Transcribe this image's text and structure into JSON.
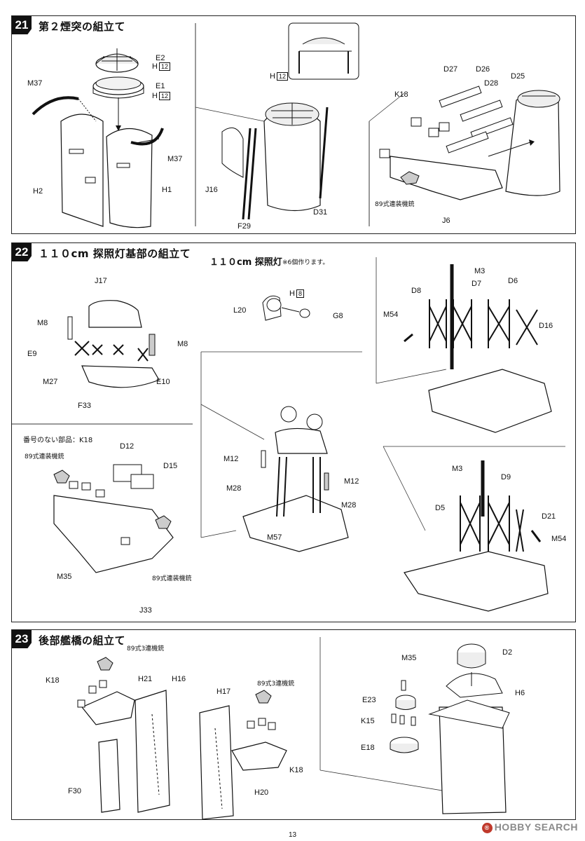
{
  "steps": [
    {
      "number": "21",
      "title": "第２煙突の組立て",
      "labels": {
        "e2": "E2",
        "h12_a": "H",
        "e1": "E1",
        "h12_b": "H",
        "m37_a": "M37",
        "m37_b": "M37",
        "h2": "H2",
        "h1": "H1",
        "h12_c": "H",
        "j16": "J16",
        "f29": "F29",
        "d31": "D31",
        "d27": "D27",
        "d26": "D26",
        "d28": "D28",
        "d25": "D25",
        "k18": "K18",
        "gun89": "89式連装機銃",
        "j6": "J6"
      },
      "box_number": "12"
    },
    {
      "number": "22",
      "title": "１１０cm 探照灯基部の組立て",
      "searchlight_title": "１１０cm 探照灯",
      "searchlight_note": "※6個作ります。",
      "unnumbered_note": "番号のない部品：K18",
      "labels": {
        "j17": "J17",
        "m8_a": "M8",
        "m8_b": "M8",
        "e9": "E9",
        "e10": "E10",
        "m27": "M27",
        "f33": "F33",
        "h8": "H",
        "l20": "L20",
        "g8": "G8",
        "m3_a": "M3",
        "d8": "D8",
        "d7": "D7",
        "d6": "D6",
        "m54_a": "M54",
        "d16": "D16",
        "d12": "D12",
        "d15": "D15",
        "gun89_a": "89式連装機銃",
        "m35": "M35",
        "gun89_b": "89式連装機銃",
        "j33": "J33",
        "m12_a": "M12",
        "m12_b": "M12",
        "m28_a": "M28",
        "m28_b": "M28",
        "m57": "M57",
        "m3_b": "M3",
        "d9": "D9",
        "d5": "D5",
        "d21": "D21",
        "m54_b": "M54"
      },
      "box_number": "8"
    },
    {
      "number": "23",
      "title": "後部艦橋の組立て",
      "labels": {
        "gun89x3_a": "89式3連機銃",
        "k18_a": "K18",
        "h21": "H21",
        "h16": "H16",
        "h17": "H17",
        "gun89x3_b": "89式3連機銃",
        "k18_b": "K18",
        "f30": "F30",
        "h20": "H20",
        "m35": "M35",
        "d2": "D2",
        "e23": "E23",
        "h6": "H6",
        "k15": "K15",
        "e18": "E18"
      }
    }
  ],
  "footer": {
    "page_number": "13",
    "watermark": "HOBBY SEARCH",
    "watermark_mark": "®"
  }
}
